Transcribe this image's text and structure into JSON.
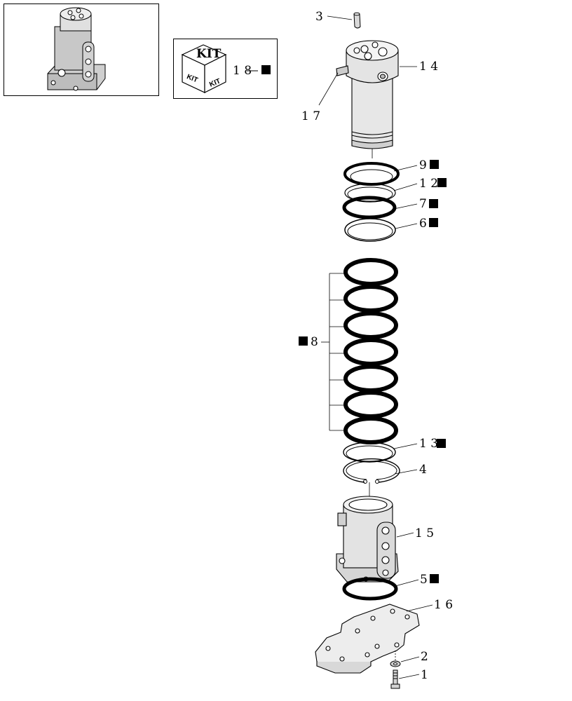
{
  "thumbnail": {
    "icon": "rotary-joint-assembly-thumbnail"
  },
  "kit_legend": {
    "cube_text_top": "KIT",
    "cube_text_left": "KIT",
    "cube_text_right": "KIT",
    "ref_label": "1 8"
  },
  "callouts": {
    "p3": "3",
    "p14": "1 4",
    "p17": "1 7",
    "p9": "9",
    "p12": "1 2",
    "p7": "7",
    "p6": "6",
    "p8": "8",
    "p13": "1 3",
    "p4": "4",
    "p15": "1 5",
    "p5": "5",
    "p16": "1 6",
    "p2": "2",
    "p1": "1"
  },
  "colors": {
    "line": "#000000",
    "marker": "#000000",
    "background": "#ffffff"
  }
}
